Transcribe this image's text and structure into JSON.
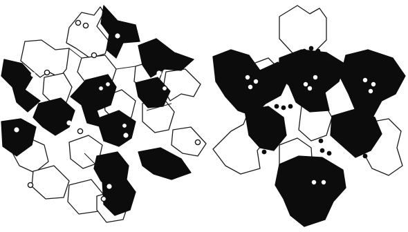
{
  "figure": {
    "panels": [
      {
        "id": "left",
        "description_shapes": "interlocking-bird-tessellation",
        "ink_color": "#0c0c0c",
        "paper_color": "#ffffff"
      },
      {
        "id": "right",
        "description_shapes": "trefoil-triangle-tessellation",
        "ink_color": "#0c0c0c",
        "paper_color": "#ffffff"
      }
    ]
  }
}
